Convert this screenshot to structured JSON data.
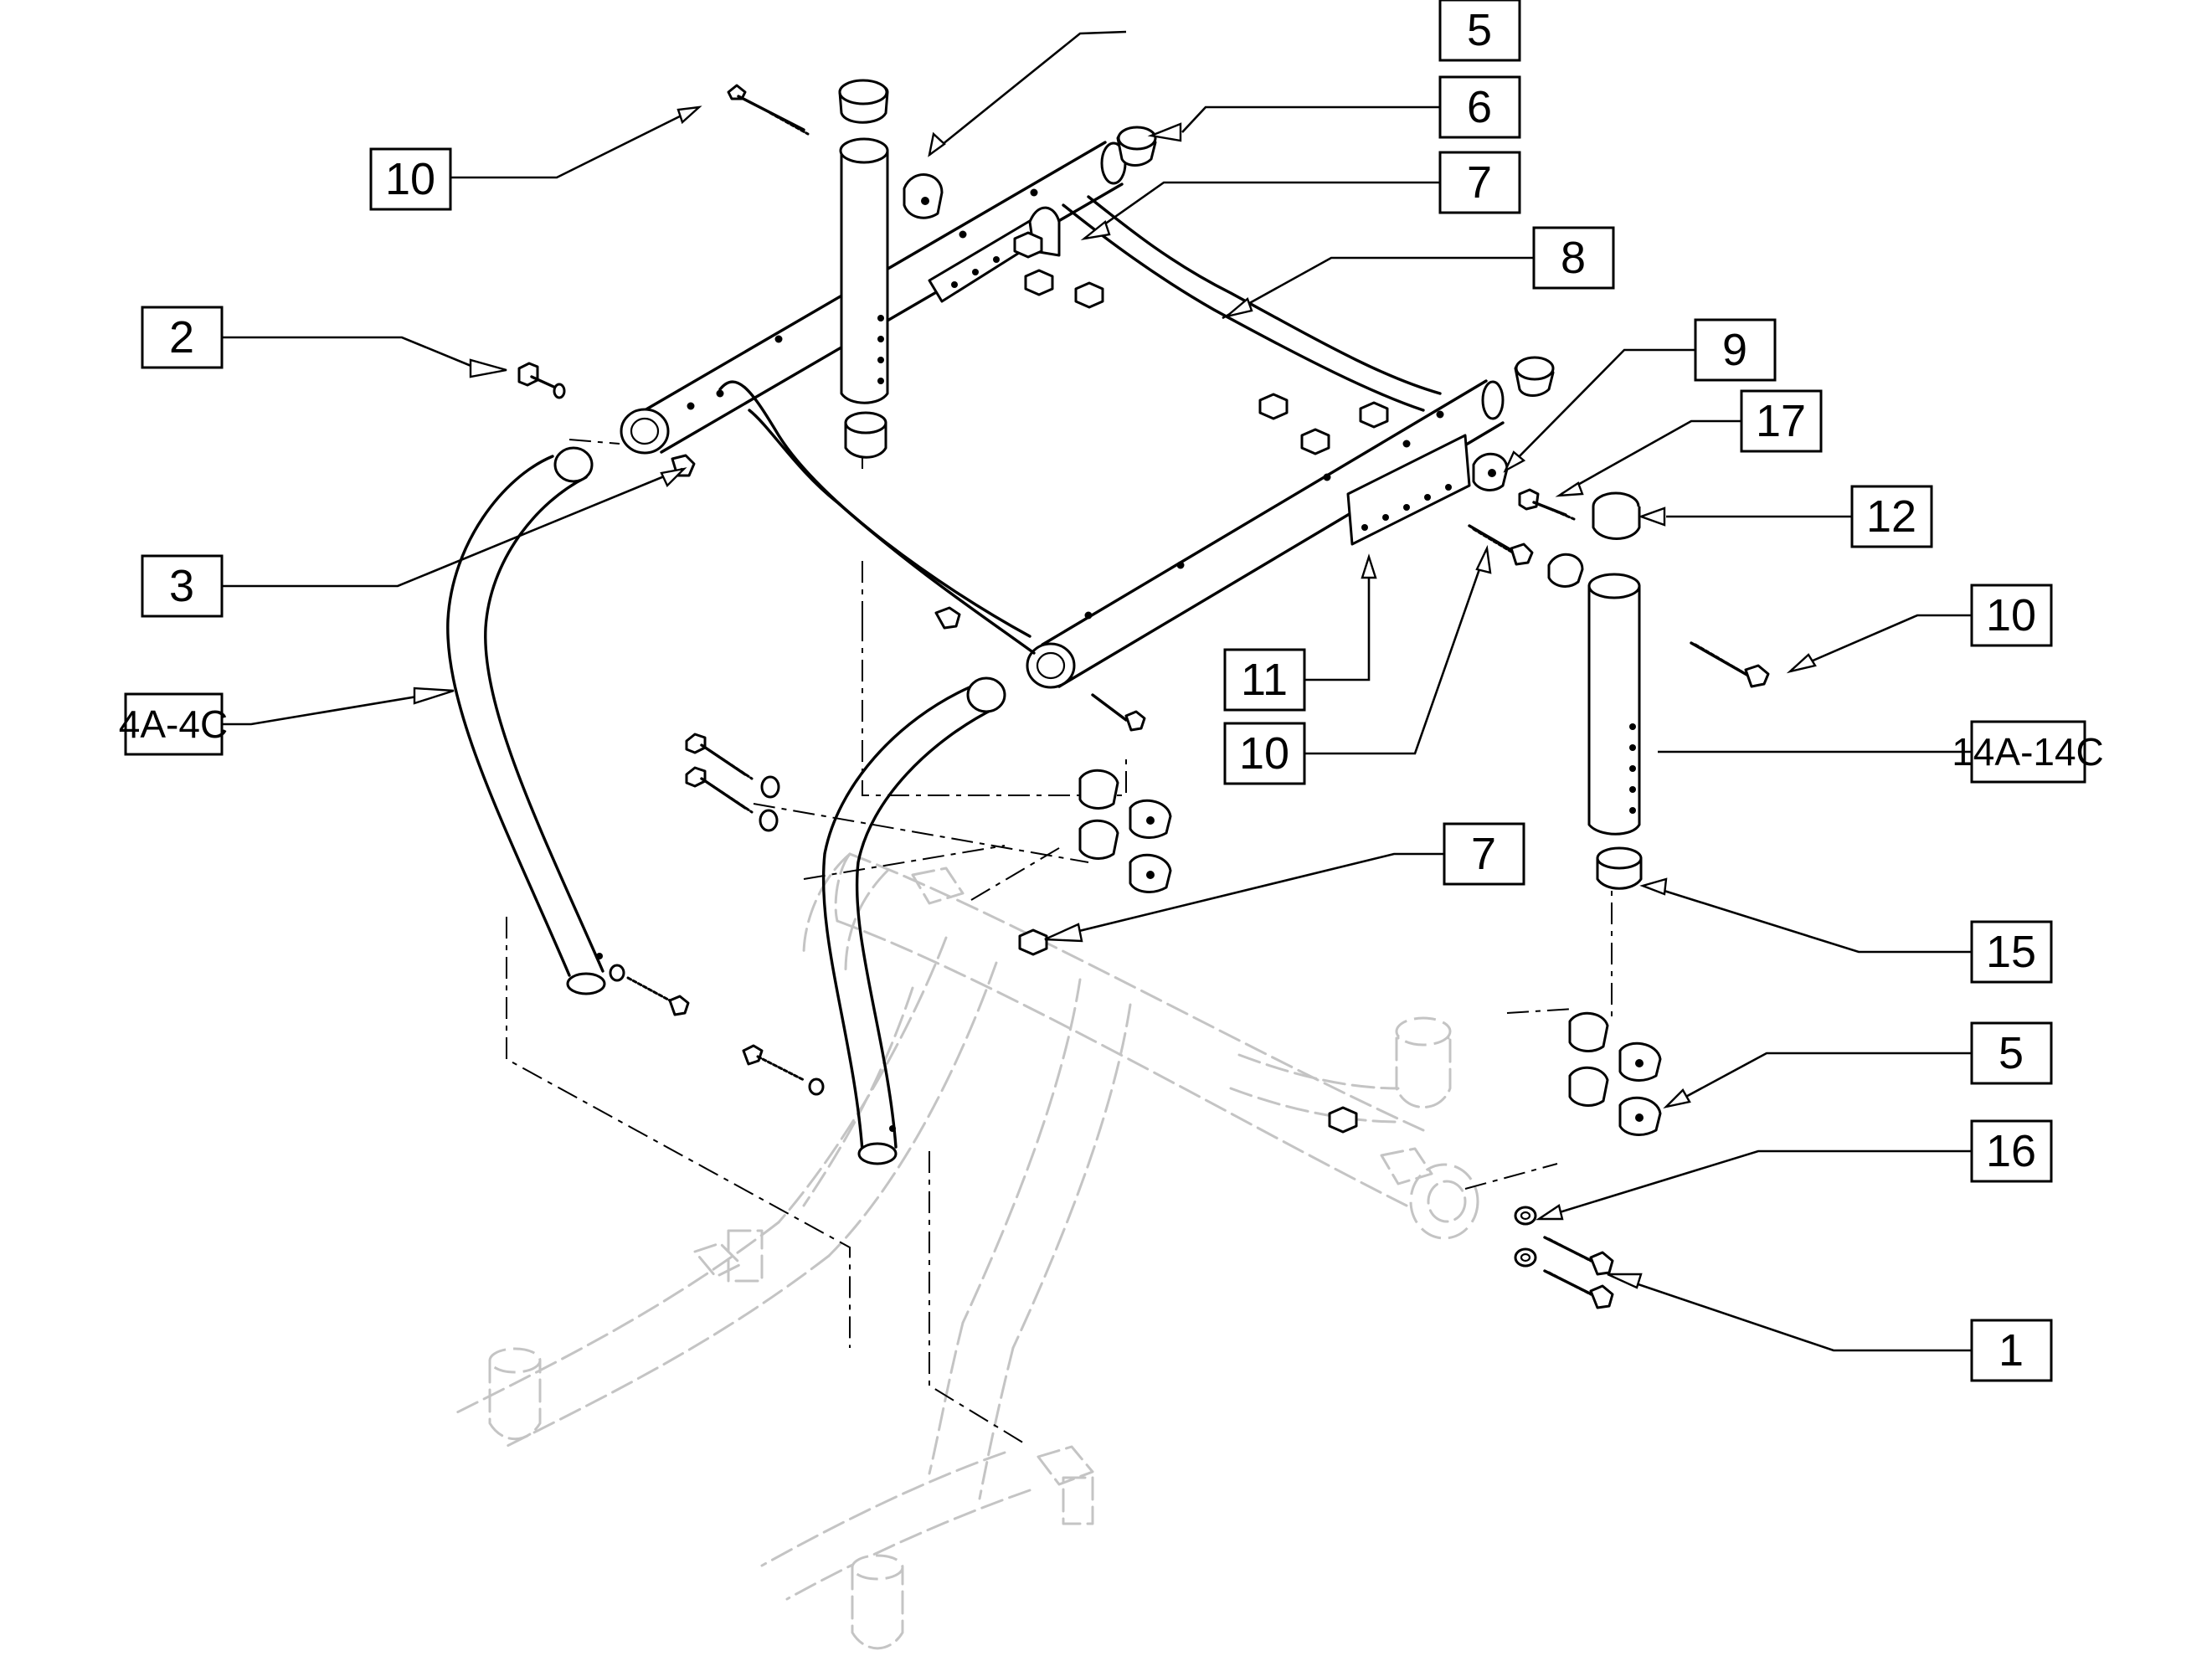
{
  "callouts": [
    {
      "id": "c5a",
      "label": "5"
    },
    {
      "id": "c6",
      "label": "6"
    },
    {
      "id": "c7a",
      "label": "7"
    },
    {
      "id": "c10a",
      "label": "10"
    },
    {
      "id": "c8",
      "label": "8"
    },
    {
      "id": "c2",
      "label": "2"
    },
    {
      "id": "c9",
      "label": "9"
    },
    {
      "id": "c17",
      "label": "17"
    },
    {
      "id": "c12",
      "label": "12"
    },
    {
      "id": "c3",
      "label": "3"
    },
    {
      "id": "c10b",
      "label": "10"
    },
    {
      "id": "c4",
      "label": "4A-4C"
    },
    {
      "id": "c11",
      "label": "11"
    },
    {
      "id": "c10c",
      "label": "10"
    },
    {
      "id": "c14",
      "label": "14A-14C"
    },
    {
      "id": "c7b",
      "label": "7"
    },
    {
      "id": "c15",
      "label": "15"
    },
    {
      "id": "c5b",
      "label": "5"
    },
    {
      "id": "c16",
      "label": "16"
    },
    {
      "id": "c1",
      "label": "1"
    }
  ]
}
